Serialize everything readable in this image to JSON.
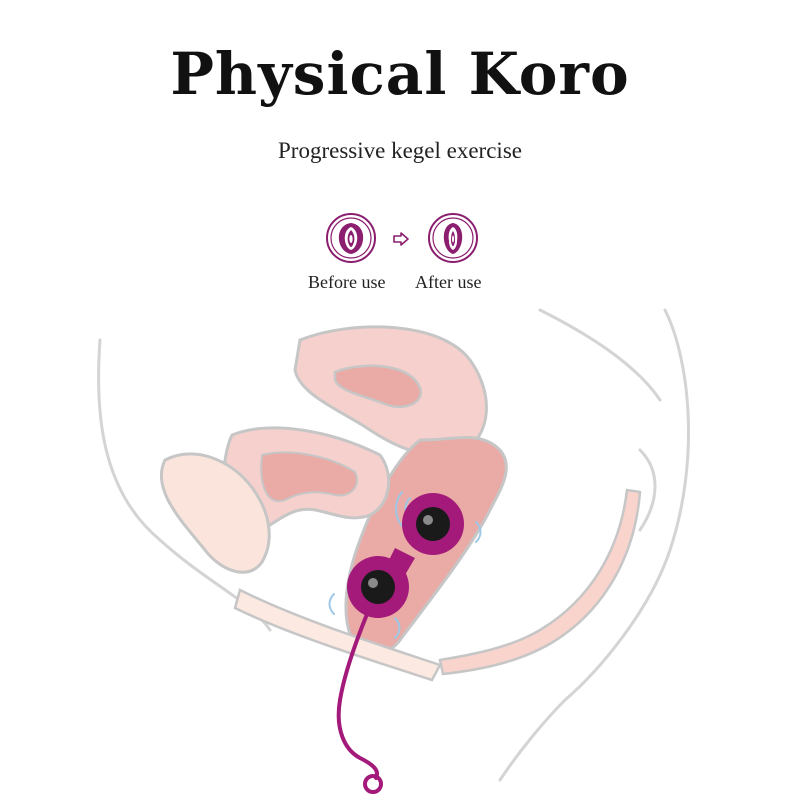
{
  "header": {
    "title": "Physical Koro",
    "subtitle": "Progressive kegel exercise"
  },
  "comparison": {
    "before_label": "Before use",
    "after_label": "After use"
  },
  "colors": {
    "accent": "#8b1e6e",
    "product": "#a31a7a",
    "tissue": "#f4c6c2",
    "outline": "#c8c8c8"
  },
  "icons": [
    "before-use-icon",
    "arrow-right-icon",
    "after-use-icon"
  ]
}
